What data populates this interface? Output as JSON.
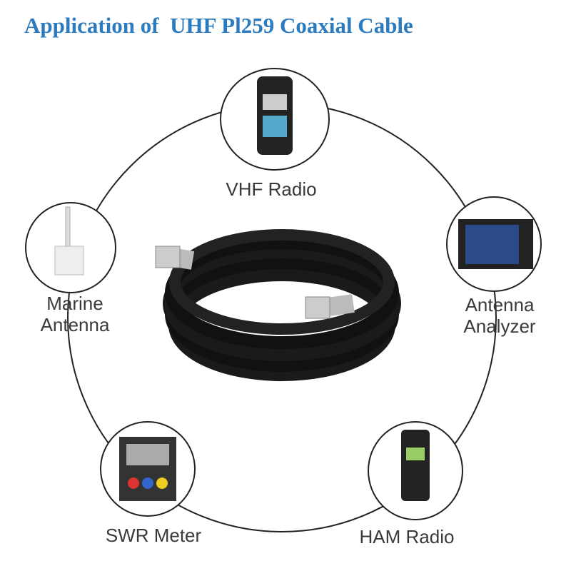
{
  "title": "Application of  UHF Pl259 Coaxial Cable",
  "colors": {
    "title": "#2a7bbf",
    "ring": "#222222",
    "label": "#3a3a3a"
  },
  "applications": [
    {
      "label": "VHF Radio",
      "icon": "vhf-radio-icon"
    },
    {
      "label_line1": "Marine",
      "label_line2": "Antenna",
      "icon": "marine-antenna-icon"
    },
    {
      "label_line1": "Antenna",
      "label_line2": "Analyzer",
      "icon": "antenna-analyzer-icon"
    },
    {
      "label": "SWR Meter",
      "icon": "swr-meter-icon"
    },
    {
      "label": "HAM Radio",
      "icon": "ham-radio-icon"
    }
  ]
}
